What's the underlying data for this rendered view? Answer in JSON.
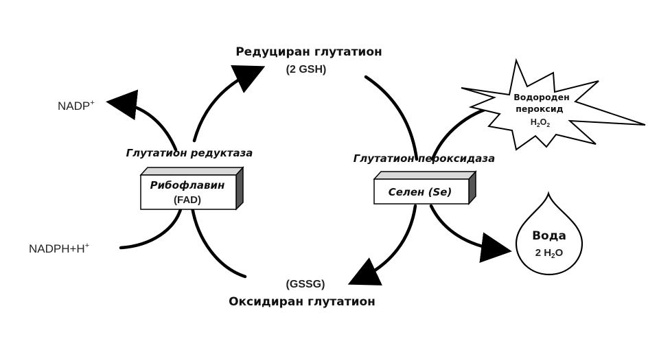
{
  "reduced": {
    "name": "Редуциран глутатион",
    "formula": "(2 GSH)"
  },
  "oxidized": {
    "name": "Оксидиран глутатион",
    "formula": "(GSSG)"
  },
  "left": {
    "nadp": "NADP",
    "nadp_sup": "+",
    "nadph": "NADPH+H",
    "nadph_sup": "+",
    "enzyme": "Глутатион редуктаза",
    "cofactor_line1": "Рибофлавин",
    "cofactor_line2": "(FAD)"
  },
  "right": {
    "enzyme": "Глутатион пероксидаза",
    "cofactor": "Селен (Se)",
    "peroxide_line1": "Водороден",
    "peroxide_line2": "пероксид",
    "peroxide_formula_h": "H",
    "peroxide_formula_sub1": "2",
    "peroxide_formula_o": "O",
    "peroxide_formula_sub2": "2",
    "water_line1": "Вода",
    "water_formula_pre": "2 H",
    "water_formula_sub": "2",
    "water_formula_post": "O"
  }
}
